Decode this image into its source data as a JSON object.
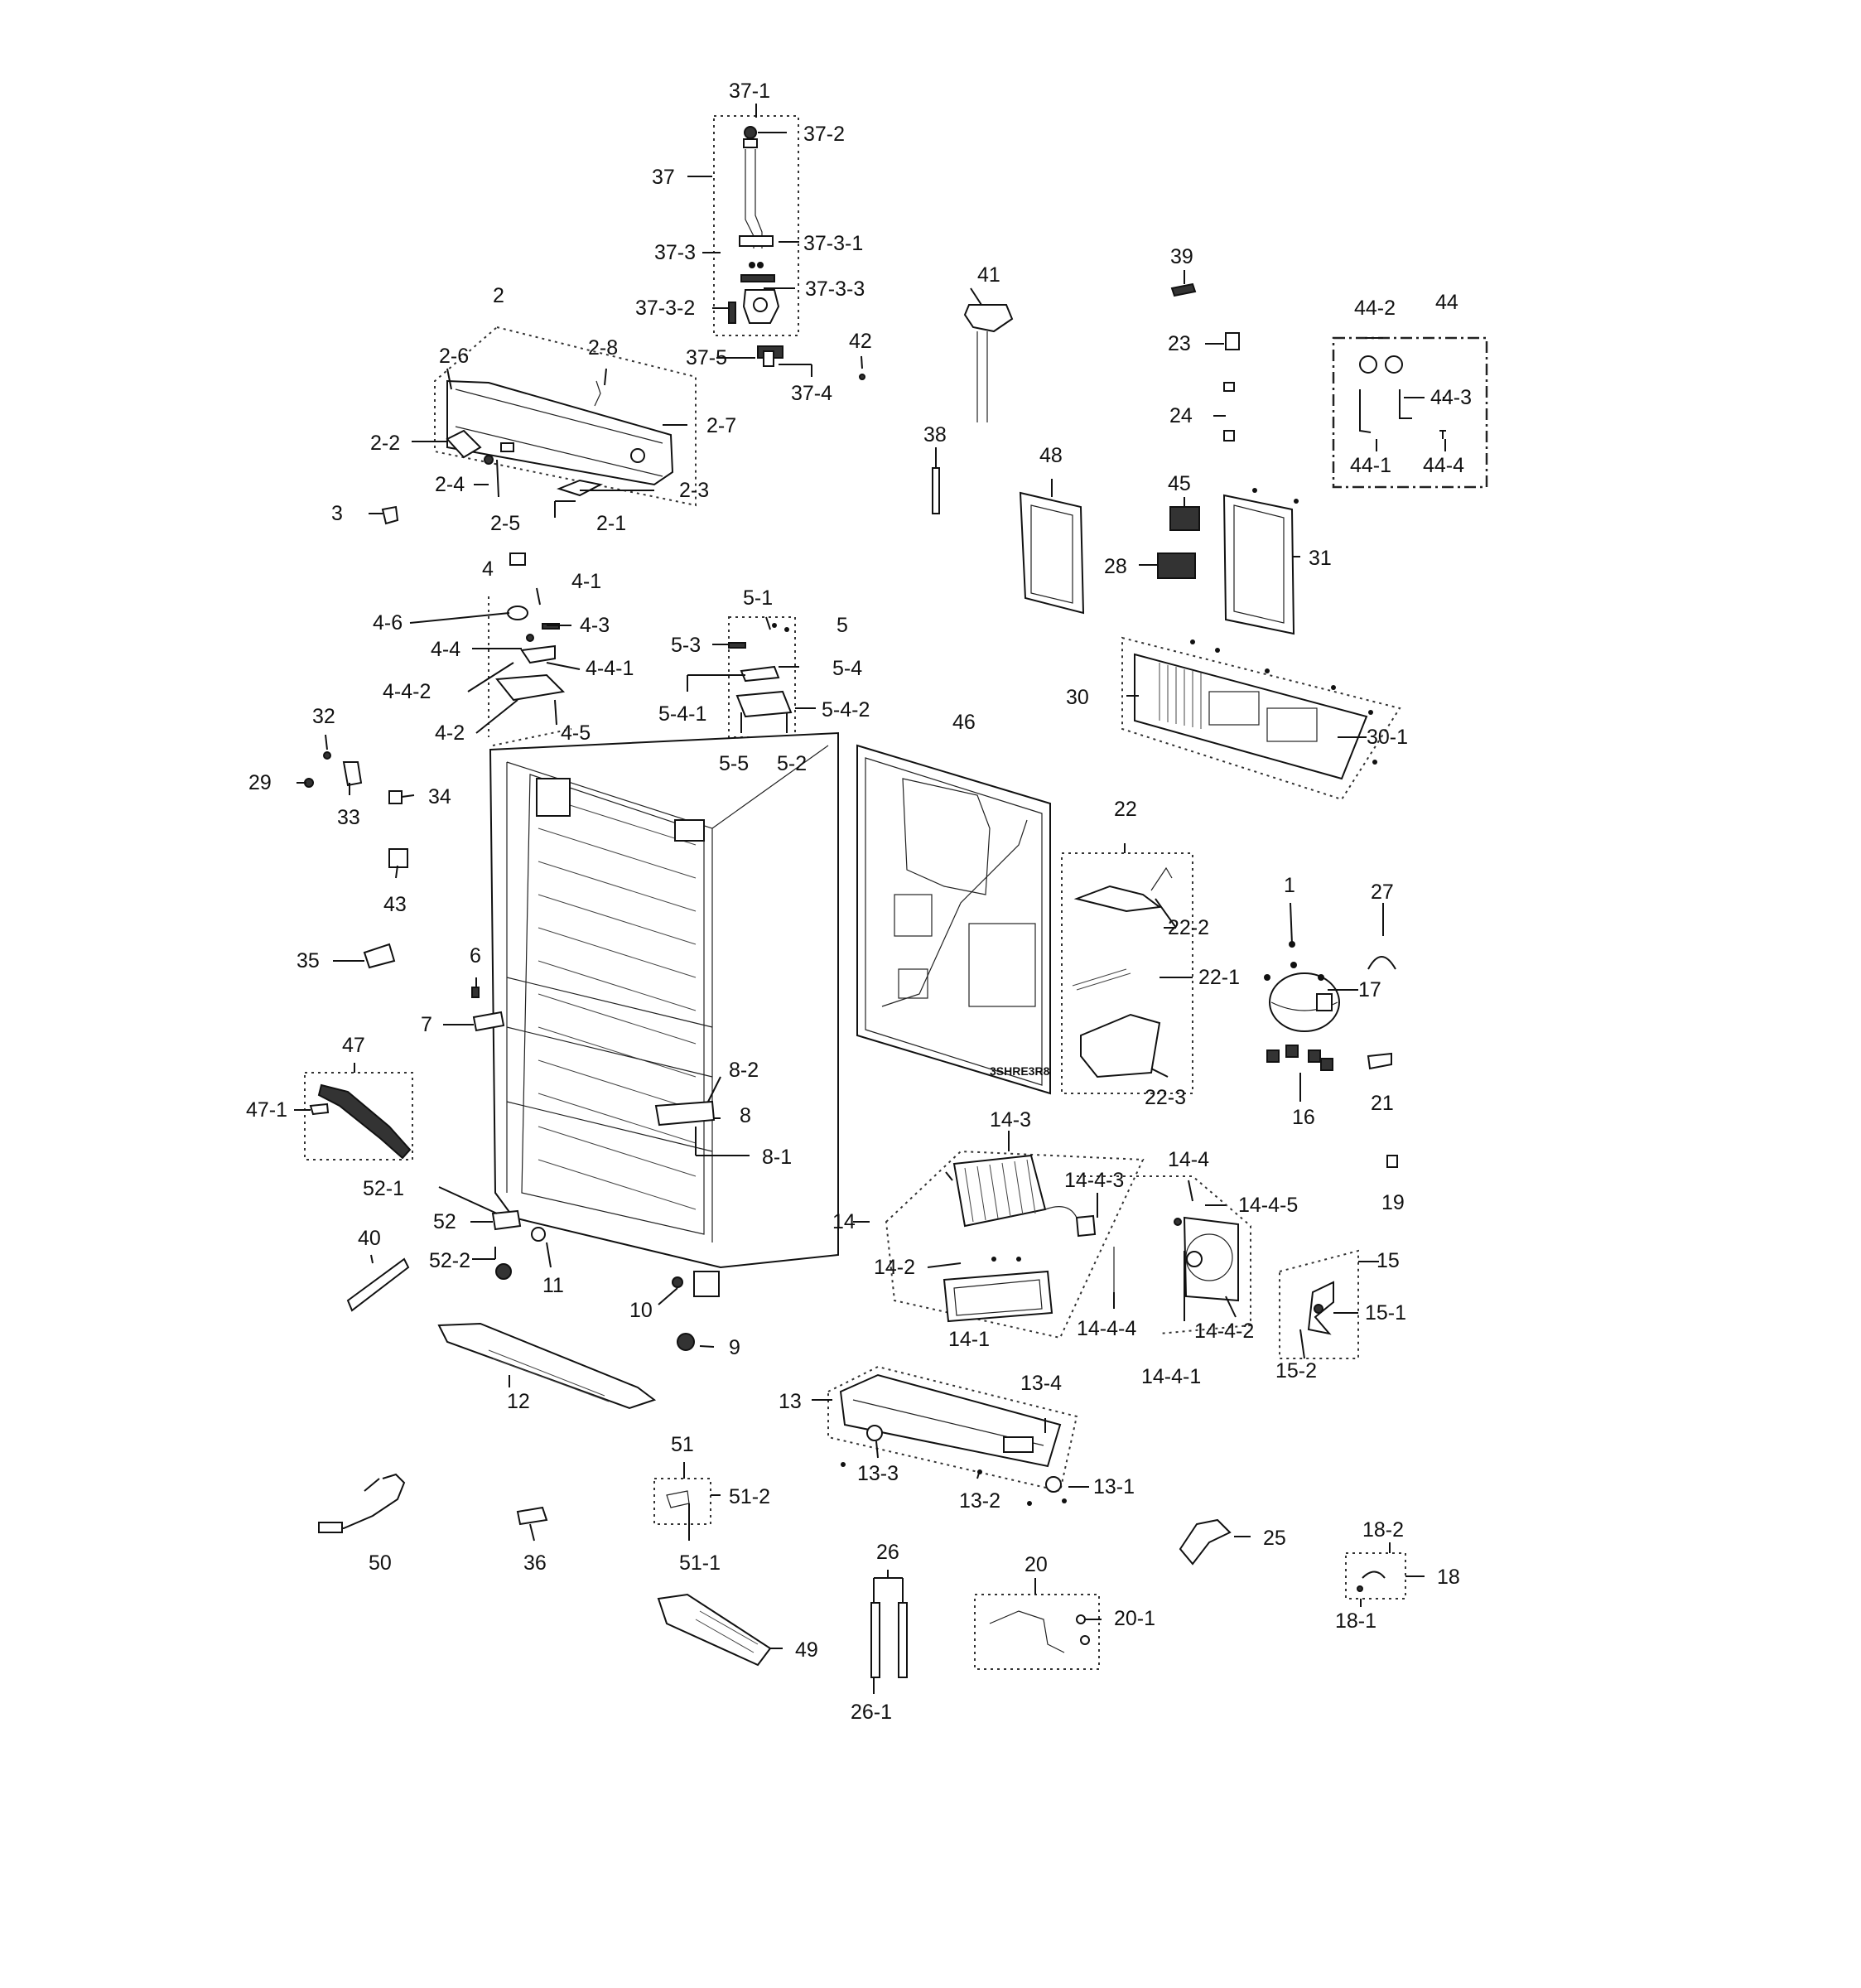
{
  "diagram": {
    "labels": [
      "1",
      "2",
      "2-1",
      "2-2",
      "2-3",
      "2-4",
      "2-5",
      "2-6",
      "2-7",
      "2-8",
      "3",
      "4",
      "4-1",
      "4-2",
      "4-3",
      "4-4",
      "4-4-1",
      "4-4-2",
      "4-5",
      "4-6",
      "5",
      "5-1",
      "5-2",
      "5-3",
      "5-4",
      "5-4-1",
      "5-4-2",
      "5-5",
      "6",
      "7",
      "8",
      "8-1",
      "8-2",
      "9",
      "10",
      "11",
      "12",
      "13",
      "13-1",
      "13-2",
      "13-3",
      "13-4",
      "14",
      "14-1",
      "14-2",
      "14-3",
      "14-4",
      "14-4-1",
      "14-4-2",
      "14-4-3",
      "14-4-4",
      "14-4-5",
      "15",
      "15-1",
      "15-2",
      "16",
      "17",
      "18",
      "18-1",
      "18-2",
      "19",
      "20",
      "20-1",
      "21",
      "22",
      "22-1",
      "22-2",
      "22-3",
      "23",
      "24",
      "25",
      "26",
      "26-1",
      "27",
      "28",
      "29",
      "30",
      "30-1",
      "31",
      "32",
      "33",
      "34",
      "35",
      "36",
      "37",
      "37-1",
      "37-2",
      "37-3",
      "37-3-1",
      "37-3-2",
      "37-3-3",
      "37-4",
      "37-5",
      "38",
      "39",
      "40",
      "41",
      "42",
      "43",
      "44",
      "44-1",
      "44-2",
      "44-3",
      "44-4",
      "45",
      "46",
      "47",
      "47-1",
      "48",
      "49",
      "50",
      "51",
      "51-1",
      "51-2",
      "52",
      "52-1",
      "52-2"
    ],
    "panel_text": "3SHRE3R8"
  }
}
